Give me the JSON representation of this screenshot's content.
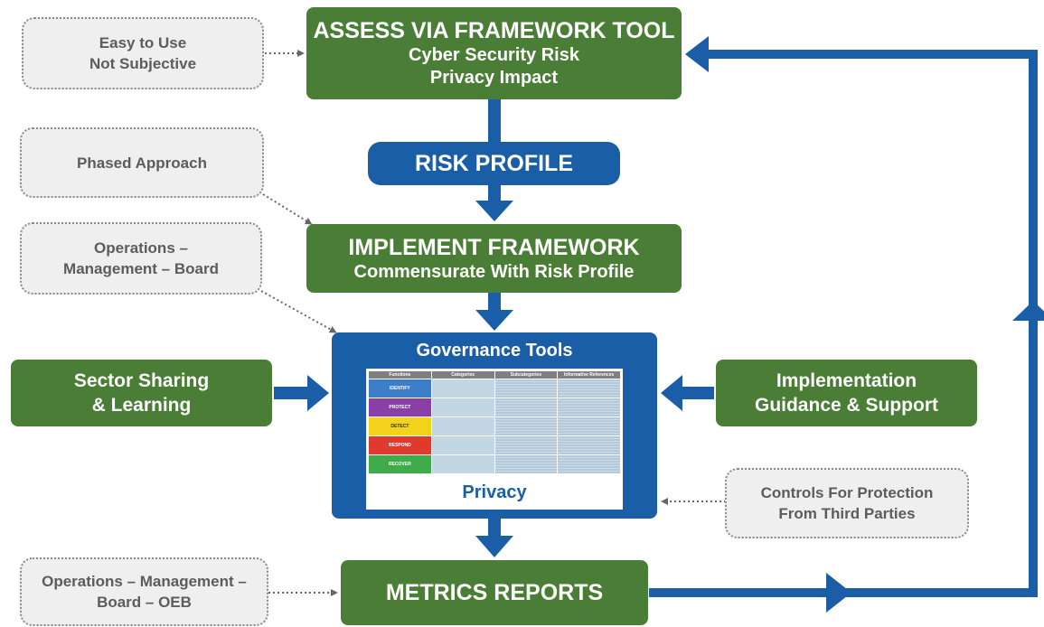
{
  "assess": {
    "title": "ASSESS VIA FRAMEWORK TOOL",
    "line1": "Cyber Security Risk",
    "line2": "Privacy Impact"
  },
  "risk_profile": "RISK PROFILE",
  "implement": {
    "title": "IMPLEMENT FRAMEWORK",
    "line1": "Commensurate With Risk Profile"
  },
  "governance": {
    "title": "Governance Tools",
    "headers": [
      "Functions",
      "Categories",
      "Subcategories",
      "Informative References"
    ],
    "functions": [
      {
        "label": "IDENTIFY",
        "color": "#3c7ec7"
      },
      {
        "label": "PROTECT",
        "color": "#8a3fa8"
      },
      {
        "label": "DETECT",
        "color": "#f2d21b"
      },
      {
        "label": "RESPOND",
        "color": "#e03a2e"
      },
      {
        "label": "RECOVER",
        "color": "#3fab4b"
      }
    ],
    "footer": "Privacy"
  },
  "sector": {
    "line1": "Sector Sharing",
    "line2": "& Learning"
  },
  "implementation": {
    "line1": "Implementation",
    "line2": "Guidance & Support"
  },
  "metrics": "METRICS REPORTS",
  "notes": {
    "easy": {
      "line1": "Easy to Use",
      "line2": "Not Subjective"
    },
    "phased": "Phased Approach",
    "ops": {
      "line1": "Operations –",
      "line2": "Management – Board"
    },
    "controls": {
      "line1": "Controls For Protection",
      "line2": "From Third Parties"
    },
    "ops2": {
      "line1": "Operations – Management –",
      "line2": "Board – OEB"
    }
  },
  "colors": {
    "green": "#4a7d35",
    "blue": "#1a5ea8",
    "note_bg": "#efefef",
    "note_text": "#5c5c5c"
  }
}
